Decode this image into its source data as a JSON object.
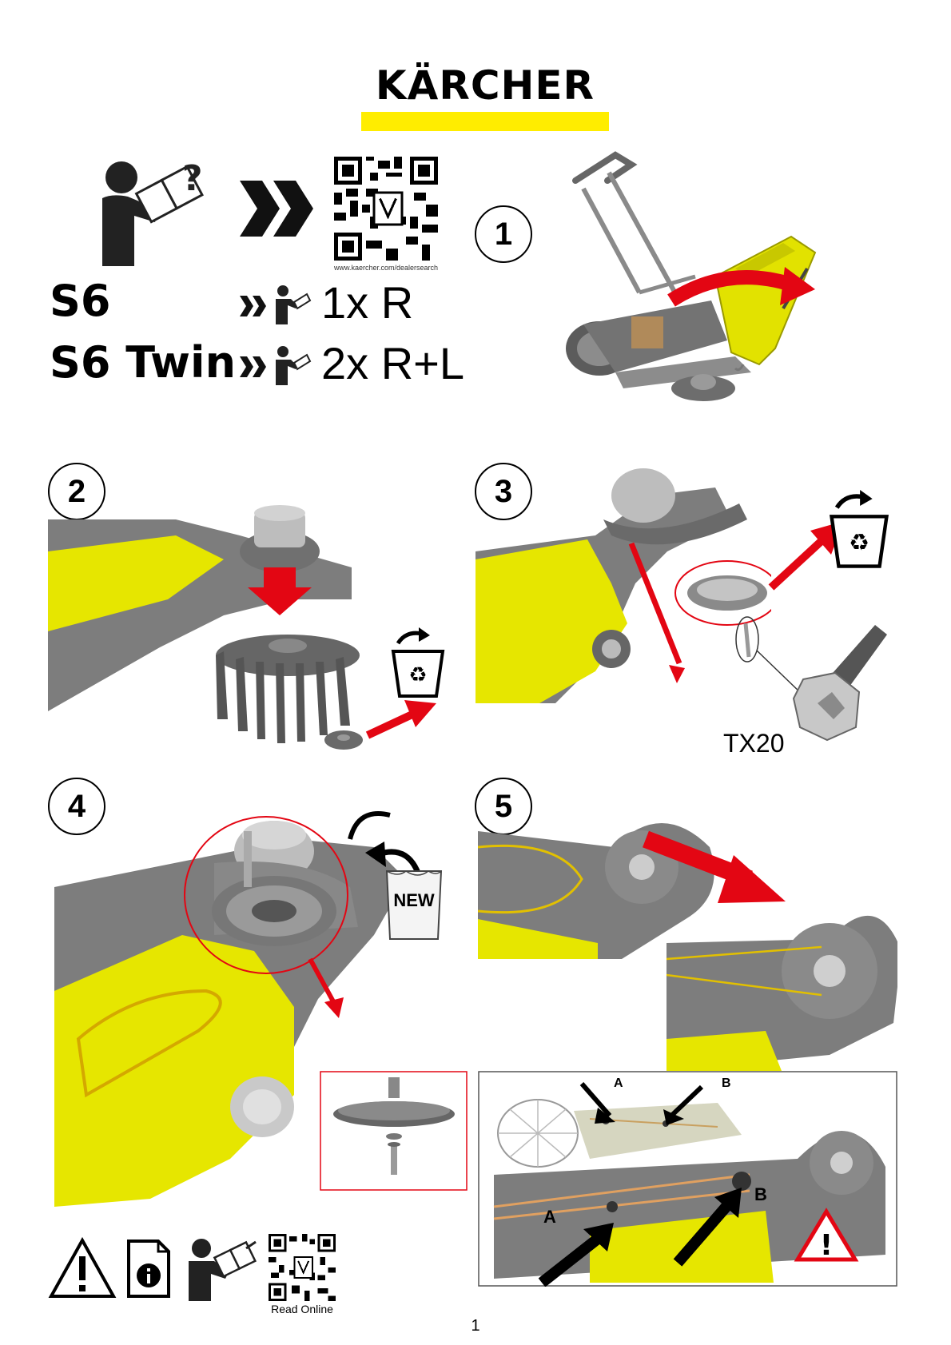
{
  "brand": {
    "logo_text": "KÄRCHER",
    "yellow": "#ffed00",
    "gray": "#7d7d7d",
    "red": "#e30613"
  },
  "header_info": {
    "qr_url": "www.kaercher.com/dealersearch",
    "reader_icon": "person-reading-manual-icon",
    "arrow_icon": "double-chevron-right-icon"
  },
  "models": [
    {
      "name": "S6",
      "quantity": "1x R"
    },
    {
      "name": "S6 Twin",
      "quantity": "2x R+L"
    }
  ],
  "steps": [
    {
      "number": "1"
    },
    {
      "number": "2"
    },
    {
      "number": "3",
      "tool": "TX20"
    },
    {
      "number": "4",
      "bag_label": "NEW"
    },
    {
      "number": "5",
      "point_a": "A",
      "point_b": "B"
    }
  ],
  "footer": {
    "icons": [
      "warning-triangle-icon",
      "info-document-icon",
      "person-reading-manual-icon"
    ],
    "qr_label": "Read Online",
    "page_number": "1"
  }
}
